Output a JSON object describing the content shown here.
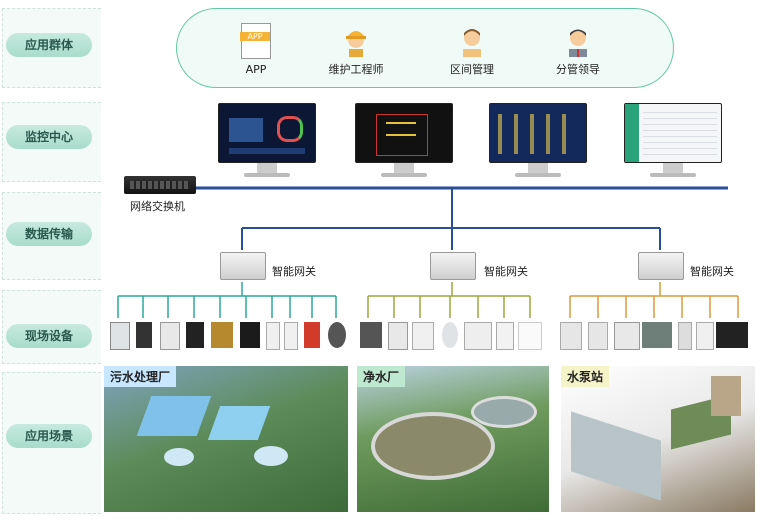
{
  "layers": [
    {
      "id": "app",
      "label": "应用群体"
    },
    {
      "id": "monitor",
      "label": "监控中心"
    },
    {
      "id": "transport",
      "label": "数据传输"
    },
    {
      "id": "field",
      "label": "现场设备"
    },
    {
      "id": "scene",
      "label": "应用场景"
    }
  ],
  "app_group": {
    "app_icon_text": "APP",
    "users": [
      {
        "label": "APP",
        "icon": "app-icon"
      },
      {
        "label": "维护工程师",
        "icon": "engineer-icon"
      },
      {
        "label": "区间管理",
        "icon": "manager-icon"
      },
      {
        "label": "分管领导",
        "icon": "leader-icon"
      }
    ]
  },
  "network_switch": {
    "label": "网络交换机"
  },
  "gateways": [
    {
      "label": "智能网关"
    },
    {
      "label": "智能网关"
    },
    {
      "label": "智能网关"
    }
  ],
  "scenes": [
    {
      "label": "污水处理厂"
    },
    {
      "label": "净水厂"
    },
    {
      "label": "水泵站"
    }
  ],
  "colors": {
    "accent_green": "#64c8a6",
    "bus_blue": "#2a4f9a",
    "branch_teal": "#2aa89a",
    "branch_olive": "#9aa83a",
    "branch_orange": "#d89a3a"
  }
}
